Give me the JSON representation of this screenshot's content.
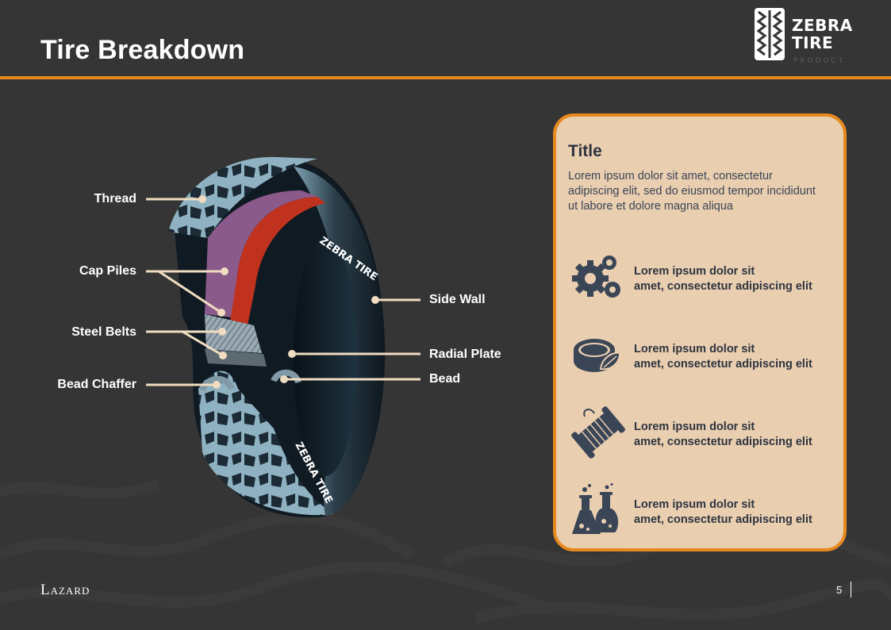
{
  "slide": {
    "title": "Tire Breakdown",
    "page_number": "5",
    "footer_brand": "Lazard"
  },
  "logo": {
    "name_line1": "ZEBRA",
    "name_line2": "TIRE",
    "subtitle": "PRODUCT"
  },
  "tire": {
    "sidewall_text": "ZEBRA TIRE",
    "labels_left": [
      "Thread",
      "Cap Piles",
      "Steel Belts",
      "Bead Chaffer"
    ],
    "labels_right": [
      "Side Wall",
      "Radial Plate",
      "Bead"
    ]
  },
  "card": {
    "title": "Title",
    "body": "Lorem ipsum dolor sit amet, consectetur adipiscing elit, sed do eiusmod tempor incididunt ut labore et dolore magna aliqua",
    "features": [
      {
        "icon": "gears-icon",
        "line1": "Lorem ipsum dolor sit",
        "line2": "amet, consectetur adipiscing elit"
      },
      {
        "icon": "rubber-leaf-icon",
        "line1": "Lorem ipsum dolor sit",
        "line2": "amet, consectetur adipiscing elit"
      },
      {
        "icon": "thread-spool-icon",
        "line1": "Lorem ipsum dolor sit",
        "line2": "amet, consectetur adipiscing elit"
      },
      {
        "icon": "chemistry-flasks-icon",
        "line1": "Lorem ipsum dolor sit",
        "line2": "amet, consectetur adipiscing elit"
      }
    ]
  },
  "colors": {
    "background": "#353535",
    "accent": "#e8891f",
    "card": "#e9ceb0",
    "icon": "#3a4556",
    "leader_line": "#f0dcc0"
  }
}
